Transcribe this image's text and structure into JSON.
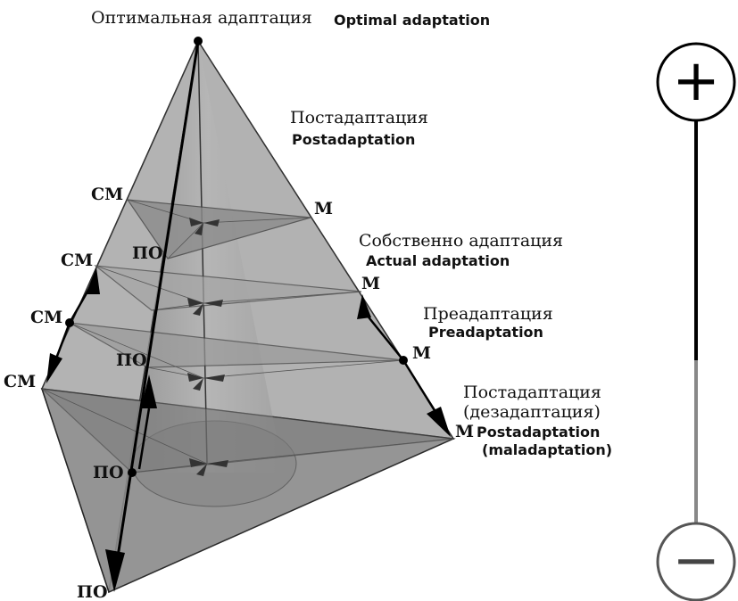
{
  "apex": {
    "ru": "Оптимальная адаптация",
    "en": "Optimal adaptation"
  },
  "stages": [
    {
      "ru": "Постадаптация",
      "en": "Postadaptation"
    },
    {
      "ru": "Собственно адаптация",
      "en": "Actual adaptation"
    },
    {
      "ru": "Преадаптация",
      "en": "Preadaptation"
    },
    {
      "ru": "Постадаптация",
      "ru2": "(дезадаптация)",
      "en": "Postadaptation",
      "en2": "(maladaptation)"
    }
  ],
  "vertex_labels": {
    "cm": "СМ",
    "m": "М",
    "po": "ПО"
  },
  "scale": {
    "plus": "+",
    "minus": "−"
  }
}
